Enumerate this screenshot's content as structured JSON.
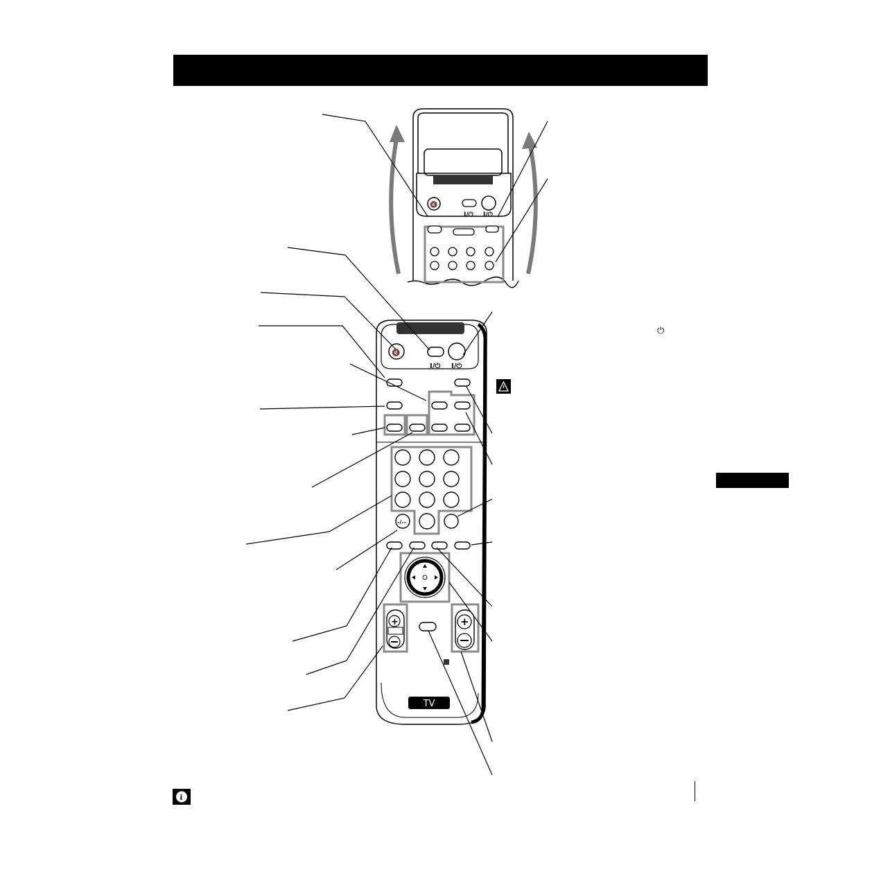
{
  "flip_remote": {
    "tv_power_label": "I/⏻",
    "main_power_label": "I/⏻"
  },
  "remote": {
    "tv_power_label": "I/⏻",
    "main_power_label": "I/⏻",
    "digit_entry_label": "-/--",
    "brand_badge": "TV"
  },
  "standby_symbol": "⏻",
  "icons": {
    "warning": "warning-triangle-icon",
    "info": "info-icon",
    "mute": "mute-icon"
  },
  "colors": {
    "ink": "#000000",
    "panel_gray": "#8a8a8a",
    "arrow_gray": "#7a7a7a"
  }
}
